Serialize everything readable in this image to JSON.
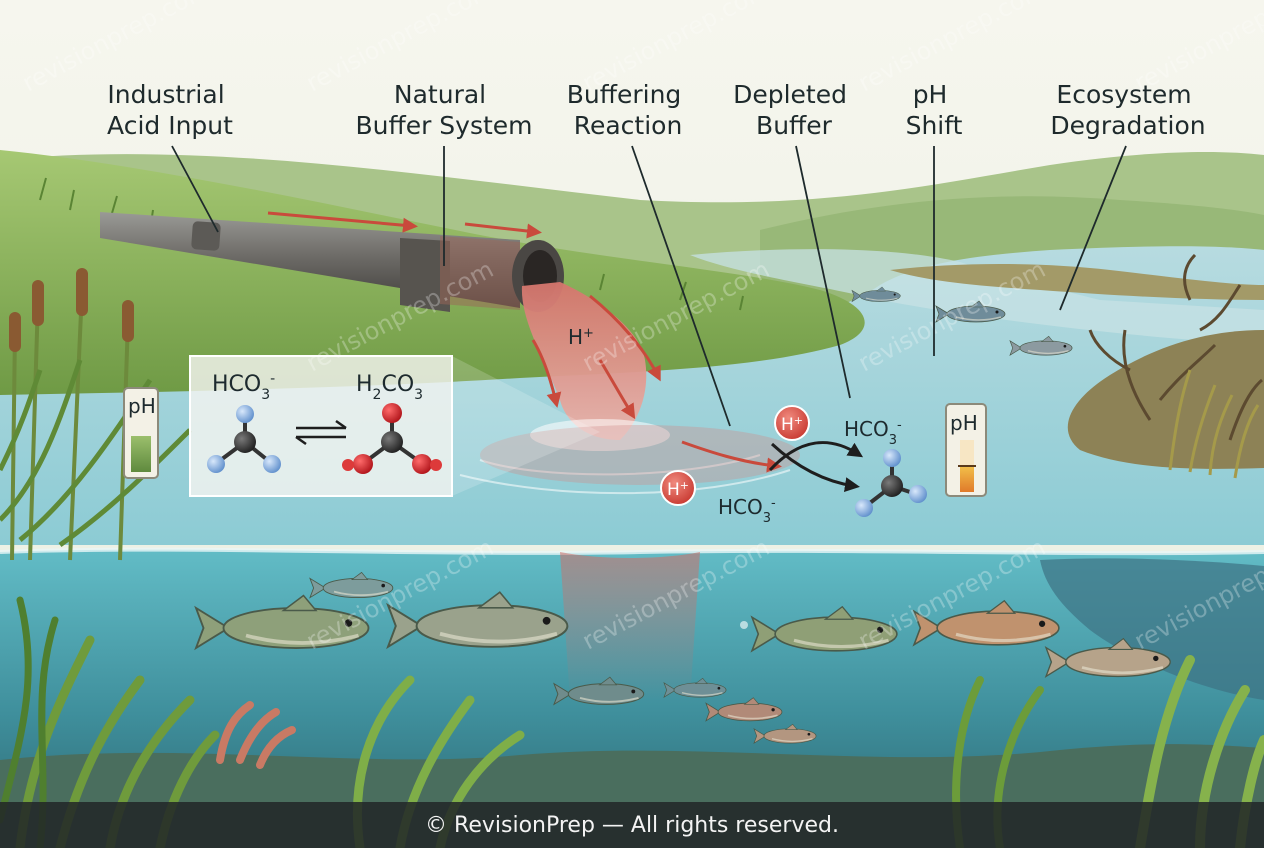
{
  "labels": {
    "industrial": [
      "Industrial",
      "Acid Input"
    ],
    "natural": [
      "Natural",
      "Buffer System"
    ],
    "buffering": [
      "Buffering",
      "Reaction"
    ],
    "depleted": [
      "Depleted",
      "Buffer"
    ],
    "ph_shift": [
      "pH",
      "Shift"
    ],
    "ecosystem": [
      "Ecosystem",
      "Degradation"
    ]
  },
  "equilibrium_panel": {
    "left_formula": {
      "base": "HCO",
      "sub": "3",
      "sup": "-"
    },
    "right_formula": {
      "pre": "H",
      "sub1": "2",
      "mid": "CO",
      "sub2": "3"
    }
  },
  "reaction": {
    "h_ion_main": "H",
    "h_ion_sup": "+",
    "bicarbonate_base": "HCO",
    "bicarbonate_sub": "3",
    "bicarbonate_sup": "-"
  },
  "ph_meters": [
    {
      "text": "pH",
      "state": "normal",
      "fill_level": 0.75,
      "color": "#6f9a4c"
    },
    {
      "text": "pH",
      "state": "shifted",
      "fill_level": 0.5,
      "color": "#e5902c"
    }
  ],
  "watermark": "revisionprep.com",
  "footer": "© RevisionPrep — All rights reserved.",
  "colors": {
    "acid_flow": "#c9655e",
    "acid_arrow": "#c94a3c",
    "water": "#5fb8c4",
    "grass": "#8fb65a",
    "hydrogen_ion": "#d9463f",
    "oxygen_atom": "#d02a2a",
    "hydrogen_atom": "#8fb6e4",
    "carbon_atom": "#3a3a3a"
  }
}
